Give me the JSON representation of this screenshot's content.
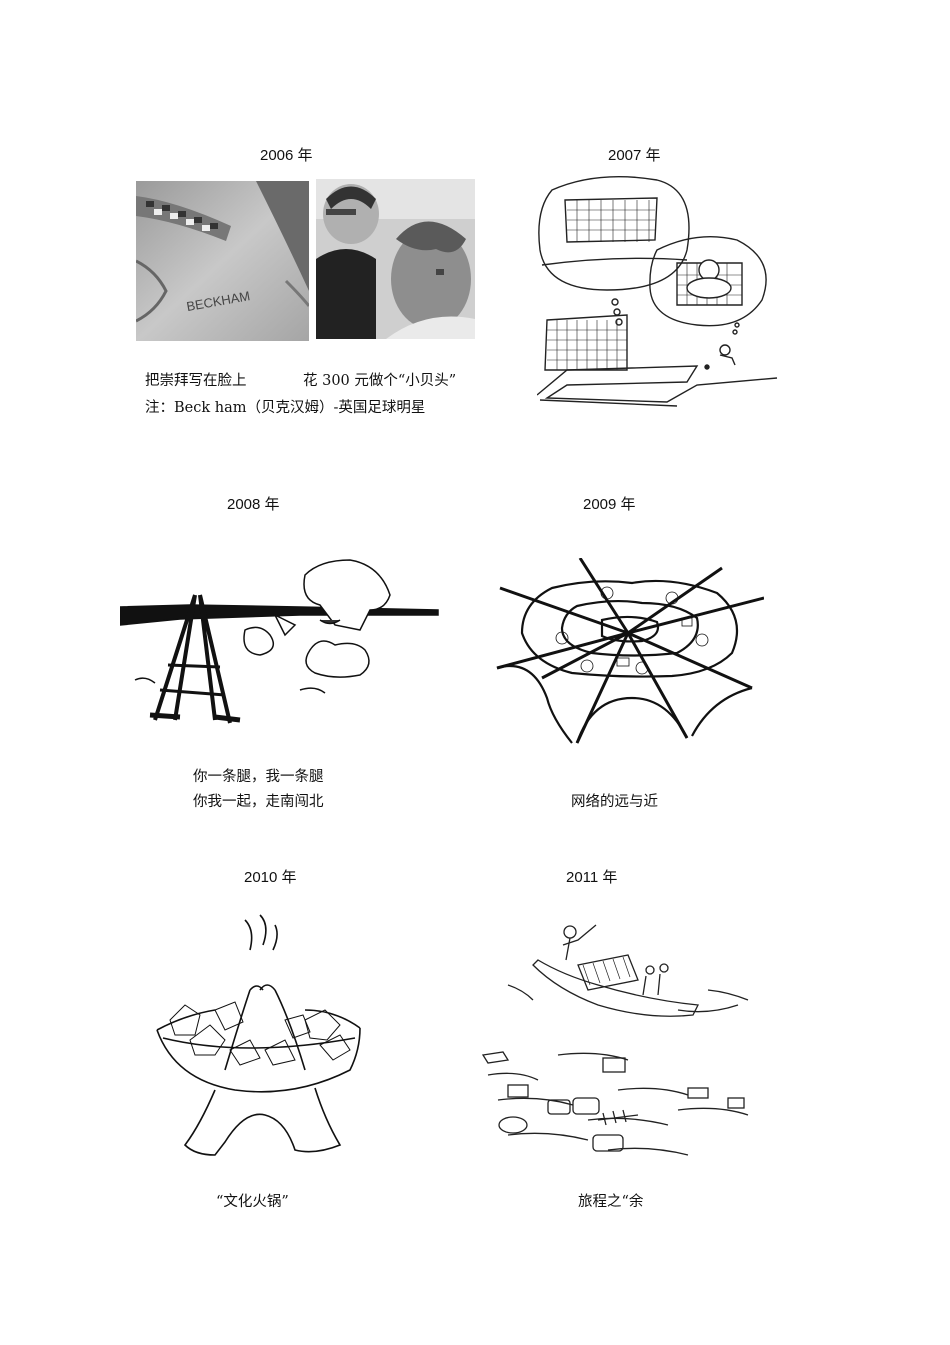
{
  "panels": [
    {
      "year": "2006 年",
      "images": [
        {
          "name": "face-paint-photo",
          "text_on_image": "BECKHAM"
        },
        {
          "name": "haircut-photo"
        }
      ],
      "captions": [
        "把崇拜写在脸上",
        "花 300 元做个“小贝头”"
      ],
      "note": "注：Beck ham（贝克汉姆）-英国足球明星"
    },
    {
      "year": "2007 年",
      "images": [
        {
          "name": "football-goal-cartoon"
        }
      ],
      "captions": []
    },
    {
      "year": "2008 年",
      "images": [
        {
          "name": "crutches-cartoon"
        }
      ],
      "captions": [
        "你一条腿，我一条腿",
        "你我一起，走南闯北"
      ]
    },
    {
      "year": "2009 年",
      "images": [
        {
          "name": "spider-web-network-cartoon"
        }
      ],
      "captions": [
        "网络的远与近"
      ]
    },
    {
      "year": "2010 年",
      "images": [
        {
          "name": "culture-hotpot-cartoon"
        }
      ],
      "captions": [
        "“文化火锅”"
      ]
    },
    {
      "year": "2011 年",
      "images": [
        {
          "name": "boat-litter-cartoon"
        }
      ],
      "captions": [
        "旅程之“余"
      ]
    }
  ]
}
